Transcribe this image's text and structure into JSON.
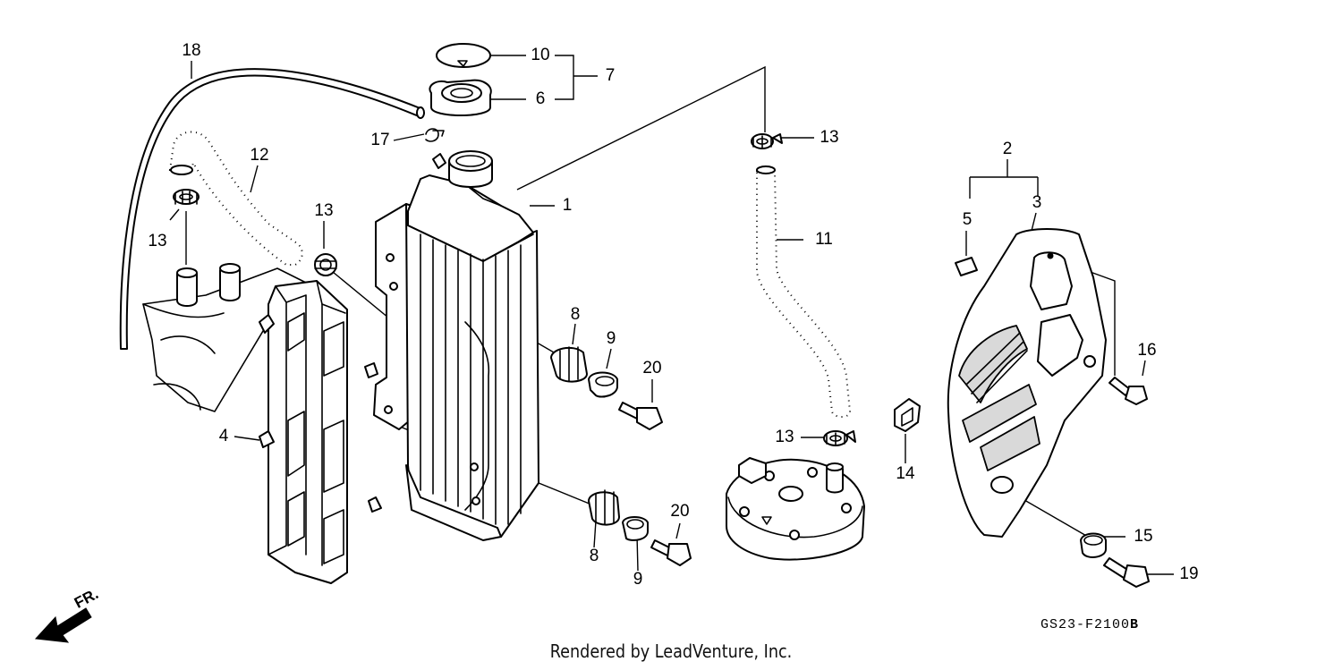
{
  "diagram": {
    "code": "GS23-F2100",
    "code_suffix": "B",
    "credit": "Rendered by LeadVenture, Inc.",
    "front_indicator": "FR."
  },
  "callouts": [
    {
      "id": "c18",
      "label": "18"
    },
    {
      "id": "c10",
      "label": "10"
    },
    {
      "id": "c7",
      "label": "7"
    },
    {
      "id": "c6",
      "label": "6"
    },
    {
      "id": "c17",
      "label": "17"
    },
    {
      "id": "c12",
      "label": "12"
    },
    {
      "id": "c13a",
      "label": "13"
    },
    {
      "id": "c13b",
      "label": "13"
    },
    {
      "id": "c13c",
      "label": "13"
    },
    {
      "id": "c13d",
      "label": "13"
    },
    {
      "id": "c1",
      "label": "1"
    },
    {
      "id": "c11",
      "label": "11"
    },
    {
      "id": "c2",
      "label": "2"
    },
    {
      "id": "c3",
      "label": "3"
    },
    {
      "id": "c5",
      "label": "5"
    },
    {
      "id": "c8a",
      "label": "8"
    },
    {
      "id": "c9a",
      "label": "9"
    },
    {
      "id": "c20a",
      "label": "20"
    },
    {
      "id": "c16",
      "label": "16"
    },
    {
      "id": "c4",
      "label": "4"
    },
    {
      "id": "c14",
      "label": "14"
    },
    {
      "id": "c8b",
      "label": "8"
    },
    {
      "id": "c9b",
      "label": "9"
    },
    {
      "id": "c20b",
      "label": "20"
    },
    {
      "id": "c15",
      "label": "15"
    },
    {
      "id": "c19",
      "label": "19"
    }
  ]
}
